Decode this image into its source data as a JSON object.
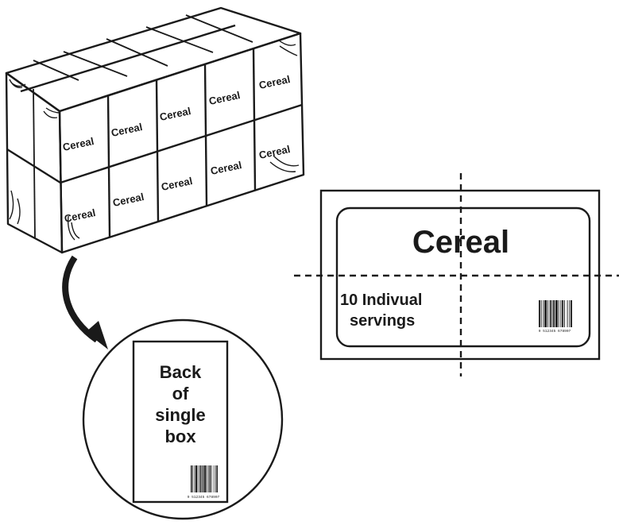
{
  "carton": {
    "box_labels": [
      [
        "Cereal",
        "Cereal",
        "Cereal",
        "Cereal",
        "Cereal"
      ],
      [
        "Cereal",
        "Cereal",
        "Cereal",
        "Cereal",
        "Cereal"
      ]
    ]
  },
  "label_panel": {
    "title": "Cereal",
    "subtitle_line1": "10 Indivual",
    "subtitle_line2": "servings",
    "barcode_number": "9 512345 678907"
  },
  "zoom_view": {
    "text_line1": "Back",
    "text_line2": "of",
    "text_line3": "single",
    "text_line4": "box",
    "barcode_number": "9 512345 678907"
  },
  "colors": {
    "ink": "#1a1a1a",
    "background": "#ffffff"
  }
}
